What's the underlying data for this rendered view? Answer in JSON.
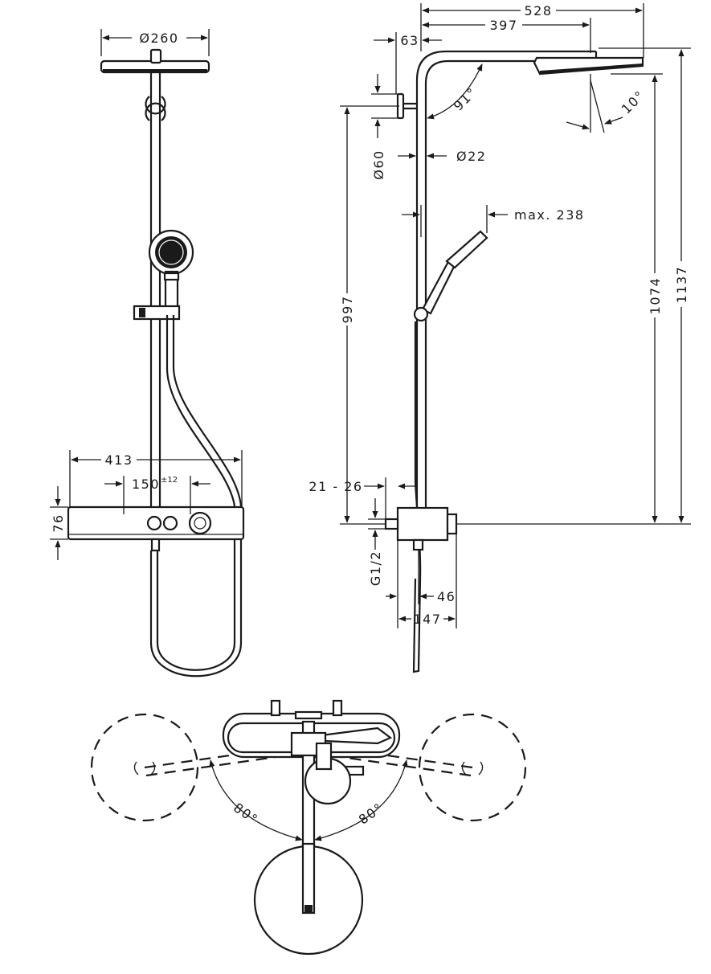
{
  "front_view": {
    "head_diameter": "Ø260",
    "width": "413",
    "spacing": "150",
    "spacing_tolerance": "±12",
    "height": "76"
  },
  "side_view": {
    "arm_projection": "528",
    "head_offset": "397",
    "wall_bracket_offset": "63",
    "arm_angle": "91°",
    "head_tilt": "10°",
    "wall_disc_diameter": "Ø60",
    "pipe_diameter": "Ø22",
    "hand_shower_max": "max. 238",
    "height_total": "1137",
    "height_head": "1074",
    "height_bracket": "997",
    "wall_distance": "21 - 26",
    "connection_thread": "G1/2",
    "depth_outlet": "46",
    "depth_total": "147"
  },
  "top_view": {
    "angle_left": "80°",
    "angle_right": "80°"
  }
}
